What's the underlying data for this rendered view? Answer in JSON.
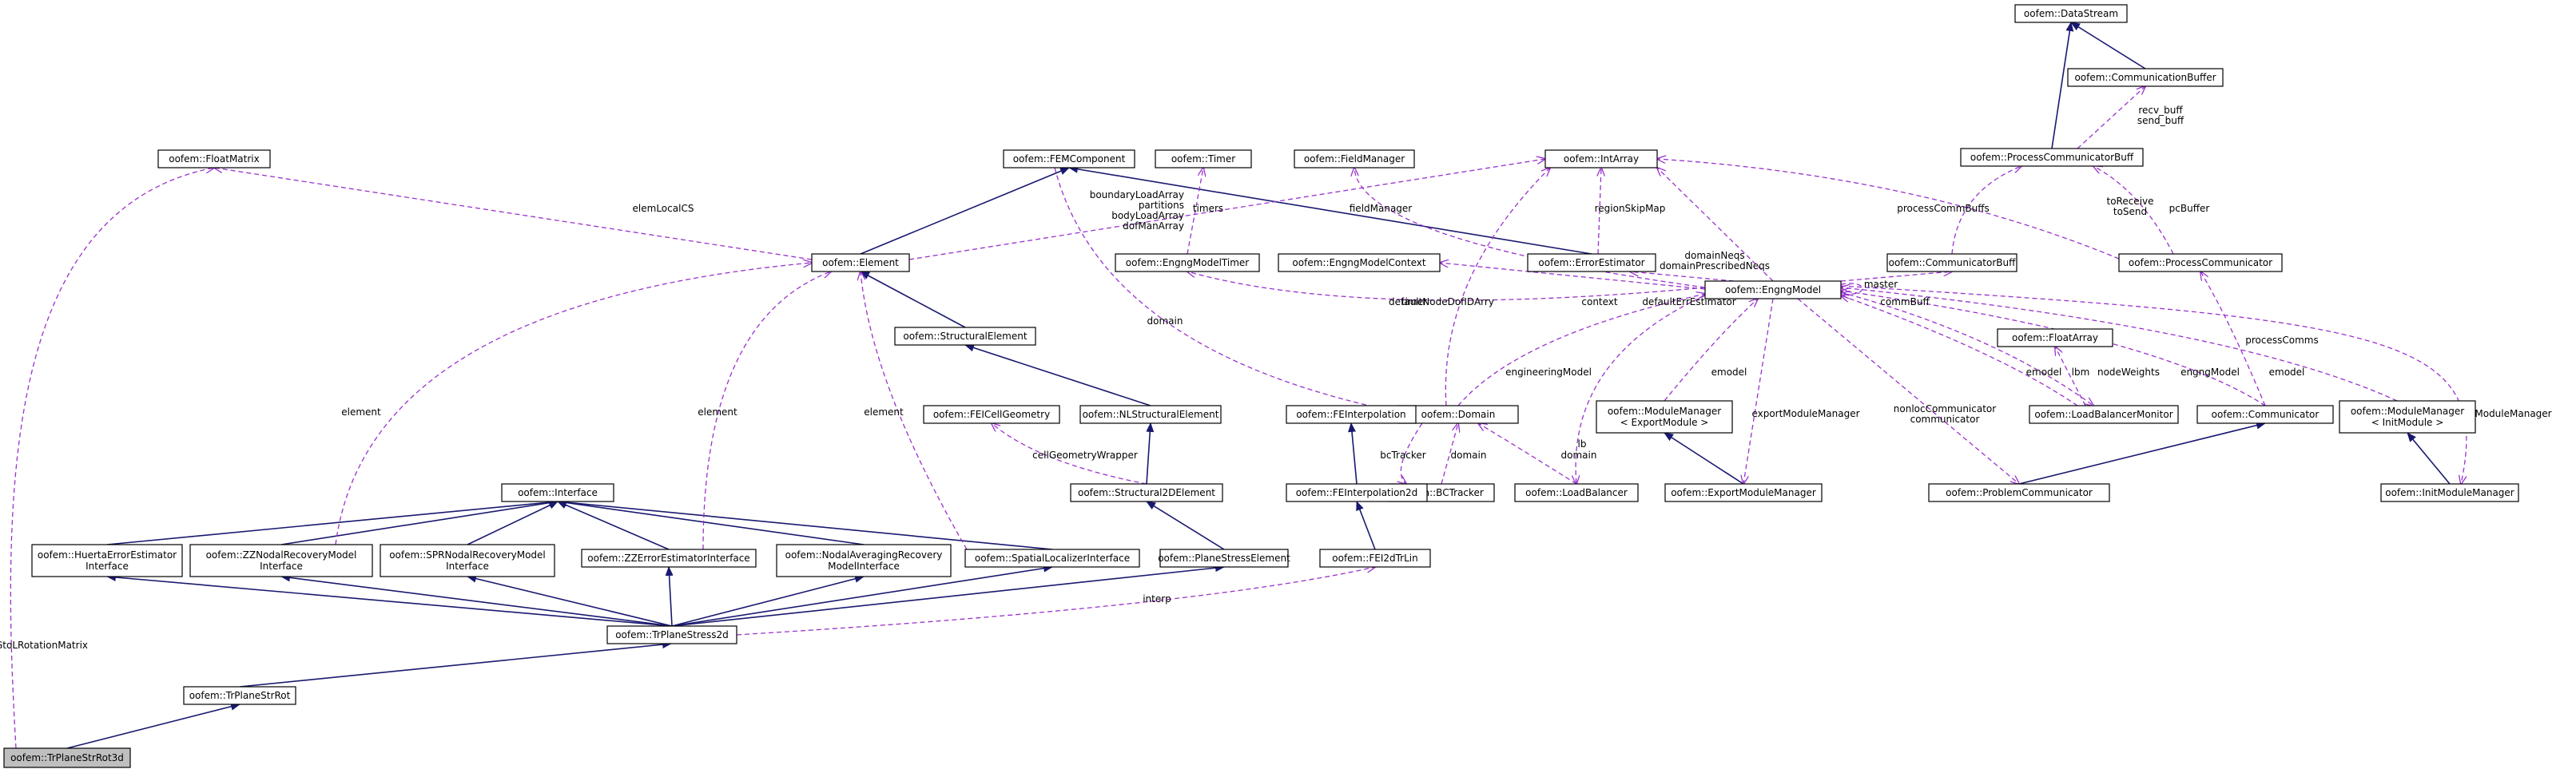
{
  "diagram": {
    "nodes": [
      {
        "id": "n0",
        "lines": [
          "oofem::TrPlaneStrRot3d"
        ],
        "focus": true
      },
      {
        "id": "n1",
        "lines": [
          "oofem::TrPlaneStrRot"
        ]
      },
      {
        "id": "n2",
        "lines": [
          "oofem::TrPlaneStress2d"
        ]
      },
      {
        "id": "n3",
        "lines": [
          "oofem::HuertaErrorEstimator",
          "Interface"
        ]
      },
      {
        "id": "n4",
        "lines": [
          "oofem::ZZNodalRecoveryModel",
          "Interface"
        ]
      },
      {
        "id": "n5",
        "lines": [
          "oofem::SPRNodalRecoveryModel",
          "Interface"
        ]
      },
      {
        "id": "n6",
        "lines": [
          "oofem::ZZErrorEstimatorInterface"
        ]
      },
      {
        "id": "n7",
        "lines": [
          "oofem::NodalAveragingRecovery",
          "ModelInterface"
        ]
      },
      {
        "id": "n8",
        "lines": [
          "oofem::SpatialLocalizerInterface"
        ]
      },
      {
        "id": "n9",
        "lines": [
          "oofem::PlaneStressElement"
        ]
      },
      {
        "id": "n10",
        "lines": [
          "oofem::FEI2dTrLin"
        ]
      },
      {
        "id": "n11",
        "lines": [
          "oofem::Interface"
        ]
      },
      {
        "id": "n12",
        "lines": [
          "oofem::Structural2DElement"
        ]
      },
      {
        "id": "n13",
        "lines": [
          "oofem::FEICellGeometry"
        ]
      },
      {
        "id": "n14",
        "lines": [
          "oofem::NLStructuralElement"
        ]
      },
      {
        "id": "n15",
        "lines": [
          "oofem::StructuralElement"
        ]
      },
      {
        "id": "n16",
        "lines": [
          "oofem::Element"
        ]
      },
      {
        "id": "n17",
        "lines": [
          "oofem::FloatMatrix"
        ]
      },
      {
        "id": "n18",
        "lines": [
          "oofem::FEMComponent"
        ]
      },
      {
        "id": "n19",
        "lines": [
          "oofem::Timer"
        ]
      },
      {
        "id": "n20",
        "lines": [
          "oofem::FieldManager"
        ]
      },
      {
        "id": "n21",
        "lines": [
          "oofem::IntArray"
        ]
      },
      {
        "id": "n22",
        "lines": [
          "oofem::EngngModelTimer"
        ]
      },
      {
        "id": "n23",
        "lines": [
          "oofem::EngngModelContext"
        ]
      },
      {
        "id": "n24",
        "lines": [
          "oofem::ErrorEstimator"
        ]
      },
      {
        "id": "n25",
        "lines": [
          "oofem::EngngModel"
        ]
      },
      {
        "id": "n26",
        "lines": [
          "oofem::Domain"
        ]
      },
      {
        "id": "n27",
        "lines": [
          "oofem::BCTracker"
        ]
      },
      {
        "id": "n28",
        "lines": [
          "oofem::LoadBalancer"
        ]
      },
      {
        "id": "n29",
        "lines": [
          "oofem::FEInterpolation"
        ]
      },
      {
        "id": "n30",
        "lines": [
          "oofem::FEInterpolation2d"
        ]
      },
      {
        "id": "n31",
        "lines": [
          "oofem::ModuleManager",
          "< ExportModule >"
        ]
      },
      {
        "id": "n32",
        "lines": [
          "oofem::ExportModuleManager"
        ]
      },
      {
        "id": "n33",
        "lines": [
          "oofem::ProblemCommunicator"
        ]
      },
      {
        "id": "n34",
        "lines": [
          "oofem::LoadBalancerMonitor"
        ]
      },
      {
        "id": "n35",
        "lines": [
          "oofem::FloatArray"
        ]
      },
      {
        "id": "n36",
        "lines": [
          "oofem::Communicator"
        ]
      },
      {
        "id": "n37",
        "lines": [
          "oofem::ModuleManager",
          "< InitModule >"
        ]
      },
      {
        "id": "n38",
        "lines": [
          "oofem::InitModuleManager"
        ]
      },
      {
        "id": "n39",
        "lines": [
          "oofem::CommunicatorBuff"
        ]
      },
      {
        "id": "n40",
        "lines": [
          "oofem::ProcessCommunicator"
        ]
      },
      {
        "id": "n41",
        "lines": [
          "oofem::ProcessCommunicatorBuff"
        ]
      },
      {
        "id": "n42",
        "lines": [
          "oofem::CommunicationBuffer"
        ]
      },
      {
        "id": "n43",
        "lines": [
          "oofem::DataStream"
        ]
      }
    ],
    "edge_labels": [
      {
        "id": "l0",
        "lines": [
          "GtoLRotationMatrix"
        ]
      },
      {
        "id": "l1",
        "lines": [
          "elemLocalCS"
        ]
      },
      {
        "id": "l2",
        "lines": [
          "element"
        ]
      },
      {
        "id": "l3",
        "lines": [
          "element"
        ]
      },
      {
        "id": "l4",
        "lines": [
          "element"
        ]
      },
      {
        "id": "l5",
        "lines": [
          "boundaryLoadArray",
          "partitions",
          "bodyLoadArray",
          "dofManArray"
        ]
      },
      {
        "id": "l6",
        "lines": [
          "timers"
        ]
      },
      {
        "id": "l7",
        "lines": [
          "fieldManager"
        ]
      },
      {
        "id": "l8",
        "lines": [
          "regionSkipMap"
        ]
      },
      {
        "id": "l9",
        "lines": [
          "domainNeqs",
          "domainPrescribedNeqs"
        ]
      },
      {
        "id": "l10",
        "lines": [
          "toReceive",
          "toSend"
        ]
      },
      {
        "id": "l11",
        "lines": [
          "processCommBuffs"
        ]
      },
      {
        "id": "l12",
        "lines": [
          "pcBuffer"
        ]
      },
      {
        "id": "l13",
        "lines": [
          "recv_buff",
          "send_buff"
        ]
      },
      {
        "id": "l14",
        "lines": [
          "domain"
        ]
      },
      {
        "id": "l15",
        "lines": [
          "timer"
        ]
      },
      {
        "id": "l16",
        "lines": [
          "defaultNodeDofIDArry"
        ]
      },
      {
        "id": "l17",
        "lines": [
          "context"
        ]
      },
      {
        "id": "l18",
        "lines": [
          "defaultErrEstimator"
        ]
      },
      {
        "id": "l19",
        "lines": [
          "commBuff"
        ]
      },
      {
        "id": "l20",
        "lines": [
          "master"
        ]
      },
      {
        "id": "l21",
        "lines": [
          "engineeringModel"
        ]
      },
      {
        "id": "l22",
        "lines": [
          "emodel"
        ]
      },
      {
        "id": "l23",
        "lines": [
          "lb"
        ]
      },
      {
        "id": "l24",
        "lines": [
          "exportModuleManager"
        ]
      },
      {
        "id": "l25",
        "lines": [
          "nonlocCommunicator",
          "communicator"
        ]
      },
      {
        "id": "l26",
        "lines": [
          "emodel"
        ]
      },
      {
        "id": "l27",
        "lines": [
          "lbm"
        ]
      },
      {
        "id": "l28",
        "lines": [
          "nodeWeights"
        ]
      },
      {
        "id": "l29",
        "lines": [
          "engngModel"
        ]
      },
      {
        "id": "l30",
        "lines": [
          "emodel"
        ]
      },
      {
        "id": "l31",
        "lines": [
          "processComms"
        ]
      },
      {
        "id": "l32",
        "lines": [
          "initModuleManager"
        ]
      },
      {
        "id": "l33",
        "lines": [
          "cellGeometryWrapper"
        ]
      },
      {
        "id": "l34",
        "lines": [
          "bcTracker"
        ]
      },
      {
        "id": "l35",
        "lines": [
          "domain"
        ]
      },
      {
        "id": "l36",
        "lines": [
          "domain"
        ]
      },
      {
        "id": "l37",
        "lines": [
          "interp"
        ]
      }
    ],
    "colors": {
      "inheritance": "#191970",
      "usage": "#9a32cd",
      "focus_fill": "#bfbfbf",
      "node_fill": "#ffffff"
    }
  }
}
